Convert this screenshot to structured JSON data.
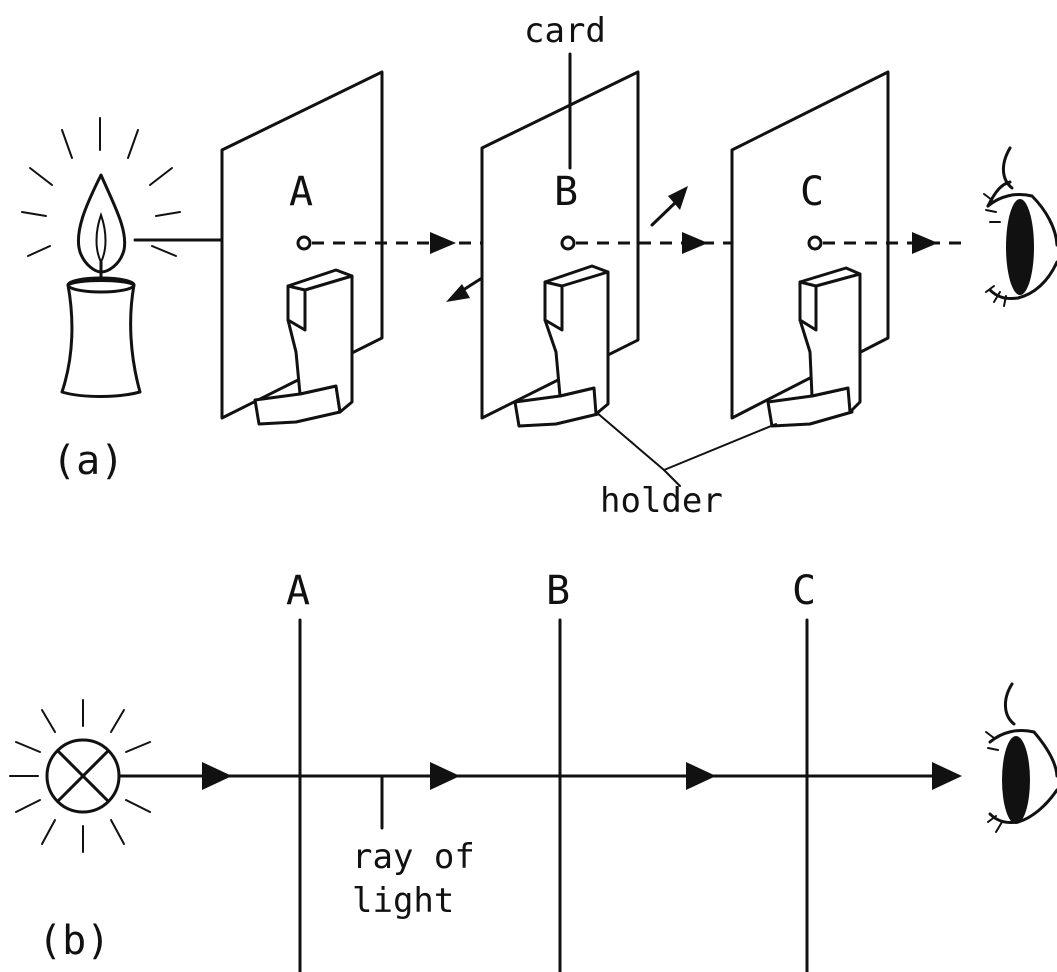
{
  "figure_a": {
    "panel_label": "(a)",
    "card_label": "card",
    "holder_label": "holder",
    "cards": [
      {
        "letter": "A"
      },
      {
        "letter": "B"
      },
      {
        "letter": "C"
      }
    ]
  },
  "figure_b": {
    "panel_label": "(b)",
    "screens": [
      {
        "letter": "A"
      },
      {
        "letter": "B"
      },
      {
        "letter": "C"
      }
    ],
    "ray_label_line1": "ray of",
    "ray_label_line2": "light"
  }
}
